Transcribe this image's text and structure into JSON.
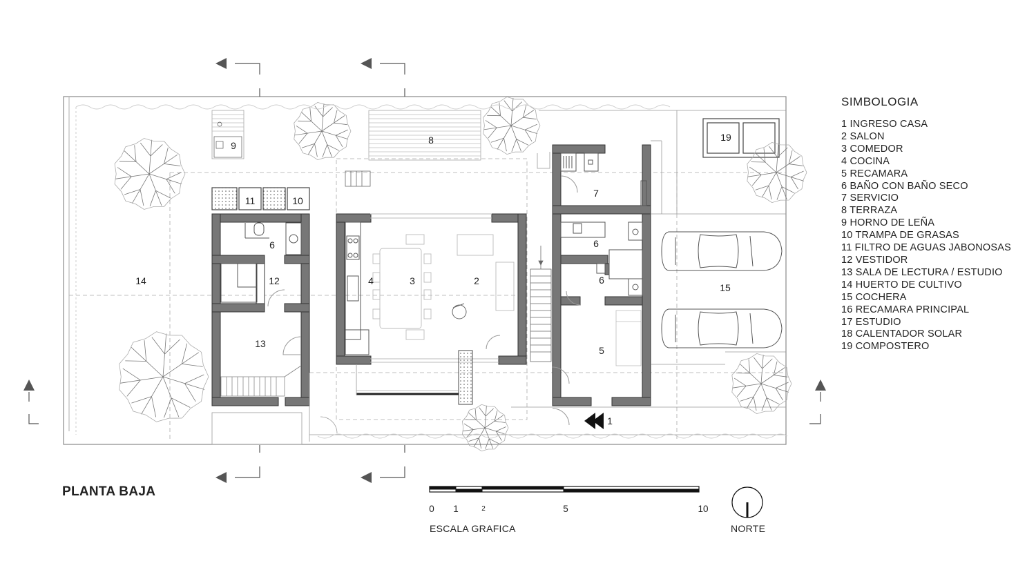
{
  "legend": {
    "title": "SIMBOLOGIA",
    "items": [
      "1 INGRESO CASA",
      "2 SALON",
      "3 COMEDOR",
      "4 COCINA",
      "5 RECAMARA",
      "6 BAÑO CON BAÑO SECO",
      "7 SERVICIO",
      "8 TERRAZA",
      "9 HORNO DE LEÑA",
      "10 TRAMPA DE GRASAS",
      "11 FILTRO DE AGUAS JABONOSAS",
      "12 VESTIDOR",
      "13 SALA DE LECTURA / ESTUDIO",
      "14 HUERTO DE CULTIVO",
      "15 COCHERA",
      "16 RECAMARA PRINCIPAL",
      "17 ESTUDIO",
      "18 CALENTADOR SOLAR",
      "19 COMPOSTERO"
    ]
  },
  "plan_title": "PLANTA BAJA",
  "scale": {
    "label": "ESCALA GRAFICA",
    "ticks": [
      "0",
      "1",
      "2",
      "5",
      "10"
    ]
  },
  "north_label": "NORTE",
  "rooms": {
    "r1": "1",
    "r2": "2",
    "r3": "3",
    "r4": "4",
    "r5": "5",
    "r6a": "6",
    "r6b": "6",
    "r6c": "6",
    "r7": "7",
    "r8": "8",
    "r9": "9",
    "r10": "10",
    "r11": "11",
    "r12": "12",
    "r13": "13",
    "r14": "14",
    "r15": "15",
    "r19": "19"
  }
}
